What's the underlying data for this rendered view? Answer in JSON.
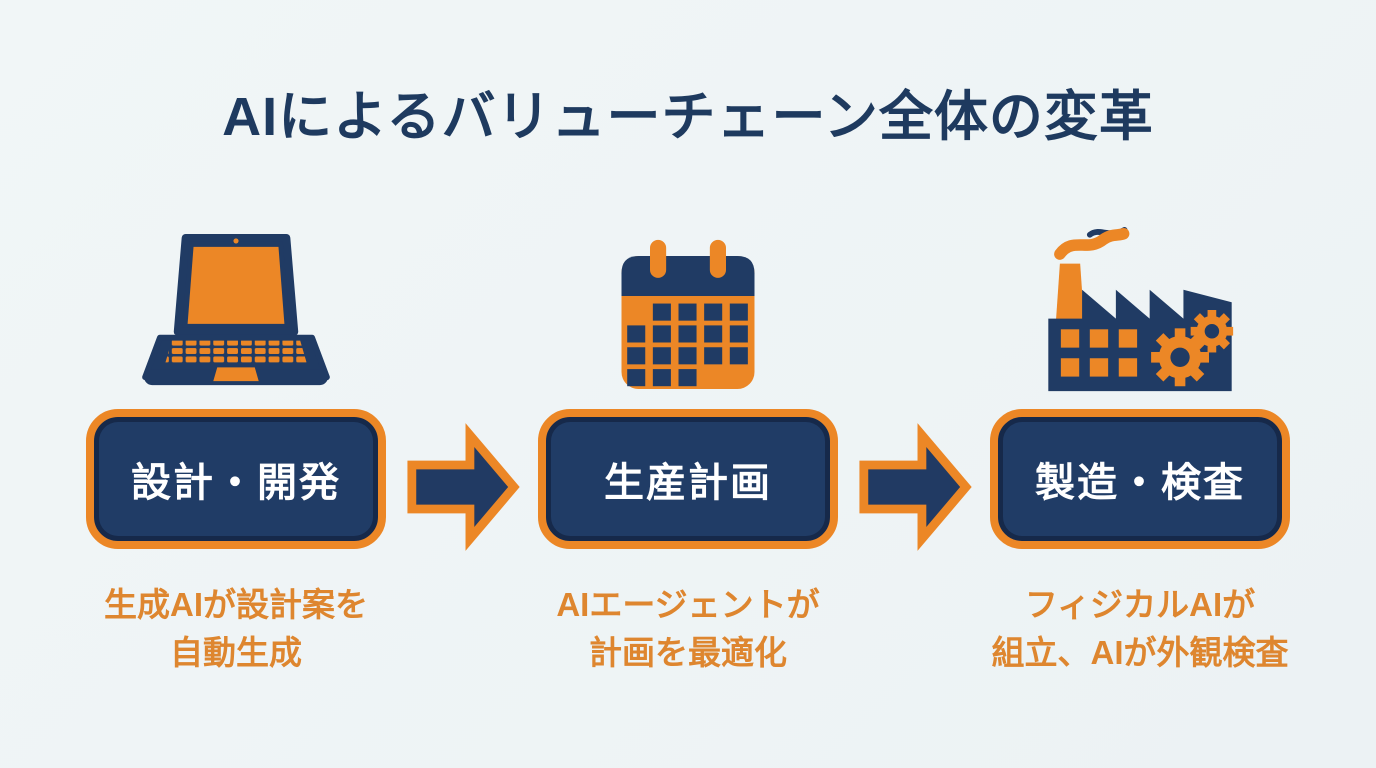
{
  "title": "AIによるバリューチェーン全体の変革",
  "colors": {
    "background": "#eef3f6",
    "navy": "#203c66",
    "orange": "#ec8726",
    "caption_orange": "#de862f",
    "title_navy": "#1e3a5f",
    "box_text": "#ffffff"
  },
  "stages": [
    {
      "icon": "laptop-icon",
      "label": "設計・開発",
      "caption_line1": "生成AIが設計案を",
      "caption_line2": "自動生成"
    },
    {
      "icon": "calendar-icon",
      "label": "生産計画",
      "caption_line1": "AIエージェントが",
      "caption_line2": "計画を最適化"
    },
    {
      "icon": "factory-icon",
      "label": "製造・検査",
      "caption_line1": "フィジカルAIが",
      "caption_line2": "組立、AIが外観検査"
    }
  ]
}
